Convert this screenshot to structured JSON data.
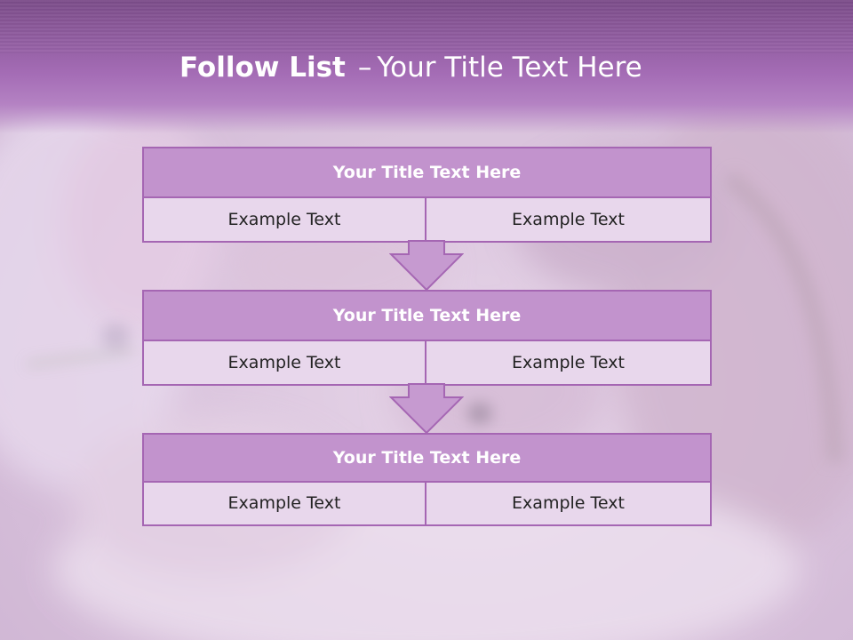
{
  "slide": {
    "title_bold": "Follow List",
    "title_separator": "–",
    "title_rest": "Your Title Text Here"
  },
  "blocks": [
    {
      "title": "Your Title Text Here",
      "cells": [
        "Example Text",
        "Example Text"
      ]
    },
    {
      "title": "Your Title Text Here",
      "cells": [
        "Example Text",
        "Example Text"
      ]
    },
    {
      "title": "Your Title Text Here",
      "cells": [
        "Example Text",
        "Example Text"
      ]
    }
  ],
  "colors": {
    "header": "#a46cb5",
    "title_box": "#c293cd",
    "cell_box": "#e8d7ec",
    "border": "#a566b3",
    "arrow": "#c69ad0"
  },
  "icons": [
    "down-arrow-icon"
  ]
}
